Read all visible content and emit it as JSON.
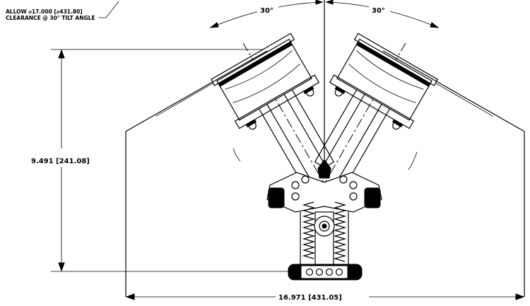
{
  "note": {
    "line1": "ALLOW ⌀17.000 [⌀431.80]",
    "line2": "CLEARANCE @ 30° TILT ANGLE"
  },
  "dimensions": {
    "angle_left": "30°",
    "angle_right": "30°",
    "height": "9.491 [241.08]",
    "width": "16.971 [431.05]"
  },
  "colors": {
    "line": "#000000",
    "background": "#ffffff"
  }
}
